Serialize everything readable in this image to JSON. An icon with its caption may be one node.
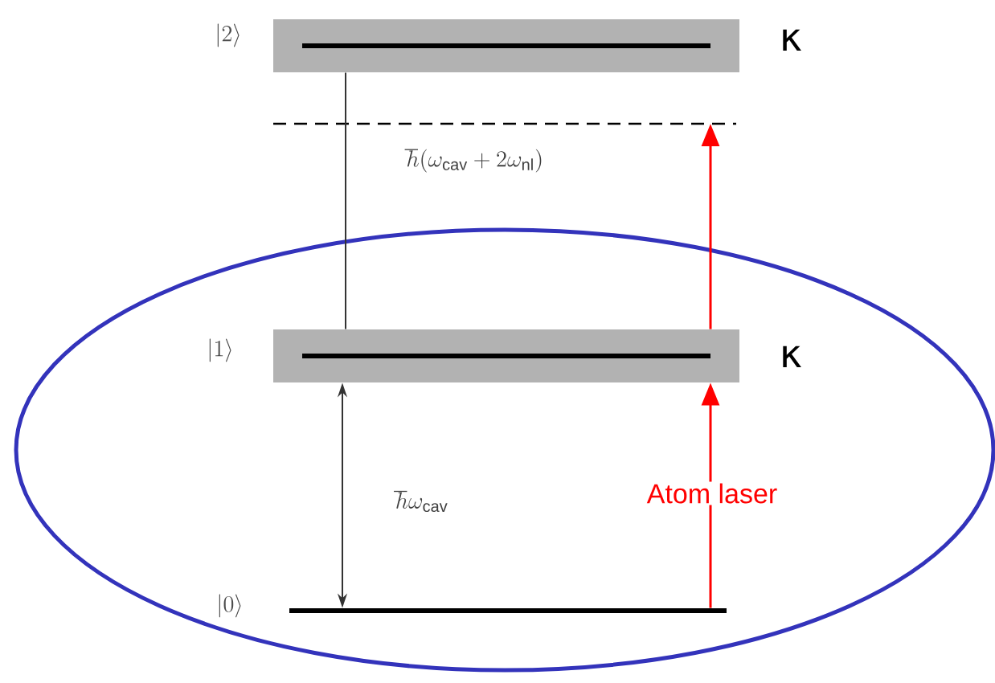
{
  "diagram": {
    "nodes": [
      {
        "text": [],
        "shape": "ellipse"
      },
      {
        "text": [
          "|2\\rangle"
        ],
        "beside": [
          "κ"
        ]
      },
      {
        "text": [],
        "shape": "line"
      },
      {
        "text": [
          "|1\\rangle"
        ],
        "beside": [
          "κ"
        ],
        "in": 0
      },
      {
        "text": [
          "|0\\rangle"
        ],
        "in": 0
      }
    ],
    "edges": [
      {
        "from": 3,
        "to": 1,
        "arrow": "none",
        "label": "\\hbar(\\omega_{\\mathrm{cav}}+2\\omega_{\\mathrm{nl}})"
      },
      {
        "from": 4,
        "to": 3,
        "arrow": "both",
        "label": "\\hbar\\omega_{\\mathrm{cav}}"
      },
      {
        "from": 4,
        "to": 3,
        "arrow": "to",
        "label": "Atom laser",
        "color": "#ff0000"
      },
      {
        "from": 3,
        "to": 2,
        "arrow": "to",
        "color": "#ff0000"
      }
    ]
  }
}
